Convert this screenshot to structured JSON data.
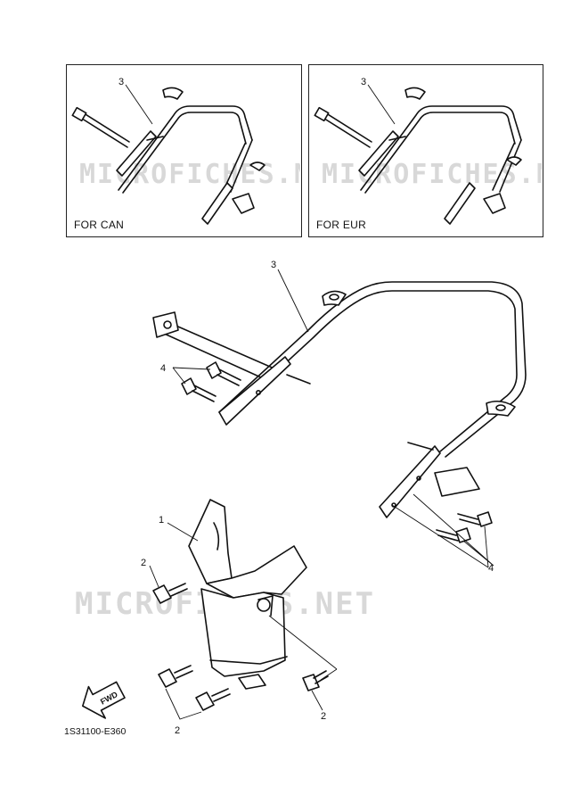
{
  "insets": [
    {
      "label": "FOR CAN",
      "callout": "3"
    },
    {
      "label": "FOR EUR",
      "callout": "3"
    }
  ],
  "callouts": {
    "frame": "3",
    "frame_bolts": "4",
    "frame_bolts_lower": "4",
    "guard": "1",
    "bolt_left": "2",
    "bolt_right": "2",
    "bolt_bottom": "2"
  },
  "fwd_label": "FWD",
  "diagram_code": "1S31100-E360",
  "watermark": "MICROFICHES.NET"
}
